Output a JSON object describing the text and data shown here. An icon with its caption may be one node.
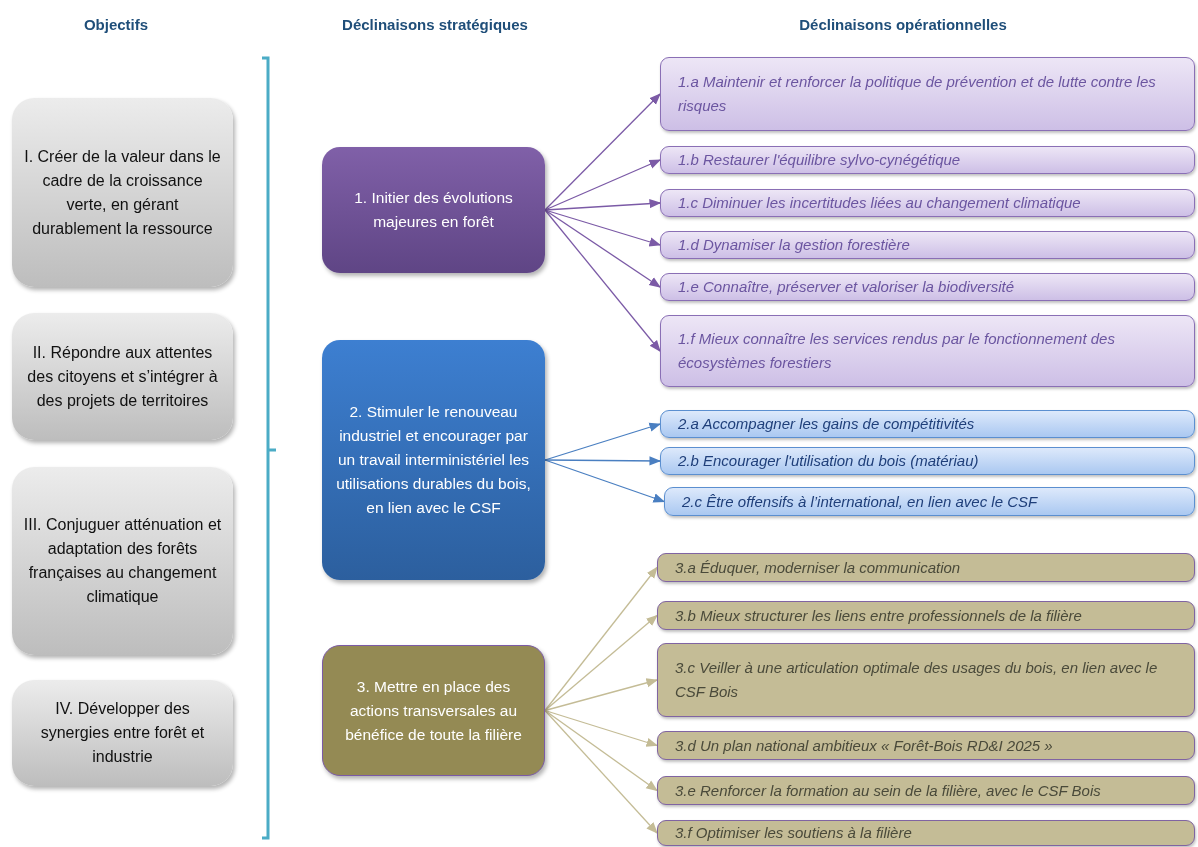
{
  "diagram": {
    "nodes": [
      {
        "text": [
          "I. Créer de la valeur dans le cadre de la croissance verte, en gérant durablement la ressource"
        ]
      },
      {
        "text": [
          "II. Répondre aux attentes des citoyens et s’intégrer à des projets de territoires"
        ]
      },
      {
        "text": [
          "III. Conjuguer atténuation et adaptation des forêts françaises au changement climatique"
        ]
      },
      {
        "text": [
          "IV. Développer des synergies entre forêt et industrie"
        ]
      },
      {
        "text": [
          "1. Initier des évolutions majeures en forêt"
        ]
      },
      {
        "text": [
          "1.a  Maintenir et renforcer la politique de prévention et de lutte contre les risques"
        ]
      },
      {
        "text": [
          "1.b Restaurer l'équilibre sylvo-cynégétique"
        ]
      },
      {
        "text": [
          "1.c Diminuer les incertitudes liées au changement climatique"
        ]
      },
      {
        "text": [
          "1.d Dynamiser la gestion forestière"
        ]
      },
      {
        "text": [
          "1.e Connaître, préserver et valoriser la biodiversité"
        ]
      },
      {
        "text": [
          "1.f Mieux connaître les services rendus par le fonctionnement des écosystèmes forestiers"
        ]
      },
      {
        "text": [
          "2. Stimuler le renouveau industriel et encourager par un travail interministériel les utilisations durables du bois, en lien avec le CSF"
        ]
      },
      {
        "text": [
          "2.a  Accompagner les gains de compétitivités"
        ]
      },
      {
        "text": [
          "2.b Encourager l'utilisation du bois (matériau)"
        ]
      },
      {
        "text": [
          "2.c Être offensifs à l’international, en lien avec le CSF"
        ]
      },
      {
        "text": [
          "3. Mettre en place des actions transversales au bénéfice de toute la filière"
        ]
      },
      {
        "text": [
          "3.a Éduquer, moderniser la communication"
        ]
      },
      {
        "text": [
          "3.b Mieux structurer les liens entre professionnels de la filière"
        ]
      },
      {
        "text": [
          "3.c Veiller à une articulation optimale des usages du bois, en lien avec le CSF Bois"
        ]
      },
      {
        "text": [
          "3.d Un plan national ambitieux « Forêt-Bois RD&I 2025 »"
        ]
      },
      {
        "text": [
          "3.e  Renforcer la formation au sein de la filière, avec le CSF Bois"
        ]
      },
      {
        "text": [
          "3.f Optimiser les soutiens à la filière"
        ]
      }
    ],
    "edges": [
      {
        "from": 4,
        "to": 5,
        "arrow": "to",
        "color": "#7b5aa6"
      },
      {
        "from": 4,
        "to": 6,
        "arrow": "to",
        "color": "#7b5aa6"
      },
      {
        "from": 4,
        "to": 7,
        "arrow": "to",
        "color": "#7b5aa6"
      },
      {
        "from": 4,
        "to": 8,
        "arrow": "to",
        "color": "#7b5aa6"
      },
      {
        "from": 4,
        "to": 9,
        "arrow": "to",
        "color": "#7b5aa6"
      },
      {
        "from": 4,
        "to": 10,
        "arrow": "to",
        "color": "#7b5aa6"
      },
      {
        "from": 11,
        "to": 12,
        "arrow": "to",
        "color": "#4a7fc1"
      },
      {
        "from": 11,
        "to": 13,
        "arrow": "to",
        "color": "#4a7fc1"
      },
      {
        "from": 11,
        "to": 14,
        "arrow": "to",
        "color": "#4a7fc1"
      },
      {
        "from": 15,
        "to": 16,
        "arrow": "to",
        "color": "#c4bc96"
      },
      {
        "from": 15,
        "to": 17,
        "arrow": "to",
        "color": "#c4bc96"
      },
      {
        "from": 15,
        "to": 18,
        "arrow": "to",
        "color": "#c4bc96"
      },
      {
        "from": 15,
        "to": 19,
        "arrow": "to",
        "color": "#c4bc96"
      },
      {
        "from": 15,
        "to": 20,
        "arrow": "to",
        "color": "#c4bc96"
      },
      {
        "from": 15,
        "to": 21,
        "arrow": "to",
        "color": "#c4bc96"
      }
    ],
    "labels": [
      "Objectifs",
      "Déclinaisons stratégiques",
      "Déclinaisons opérationnelles"
    ]
  }
}
